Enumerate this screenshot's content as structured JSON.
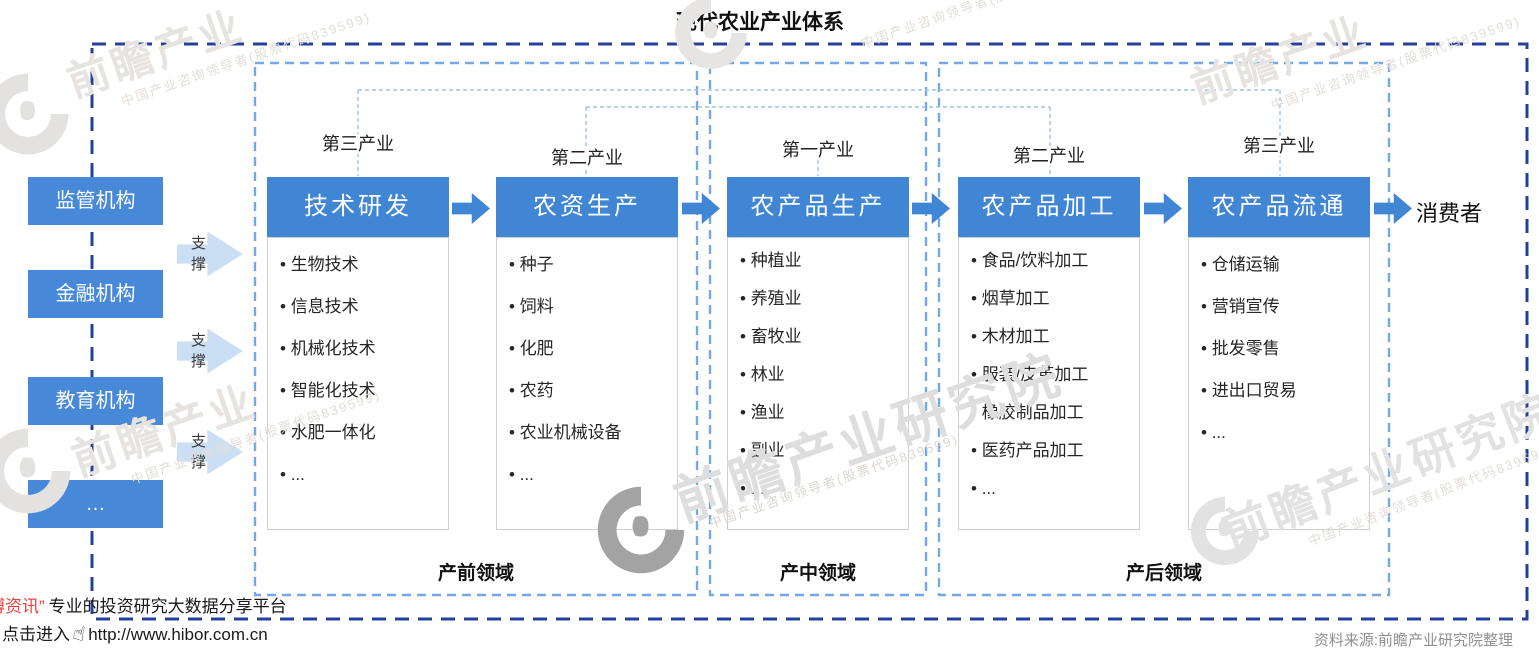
{
  "title": "现代农业产业体系",
  "support": {
    "boxes": [
      "监管机构",
      "金融机构",
      "教育机构",
      "…"
    ],
    "arrow_label": "支撑"
  },
  "columns": [
    {
      "sector": "第三产业",
      "title": "技术研发",
      "items": [
        "生物技术",
        "信息技术",
        "机械化技术",
        "智能化技术",
        "水肥一体化",
        "..."
      ]
    },
    {
      "sector": "第二产业",
      "title": "农资生产",
      "items": [
        "种子",
        "饲料",
        "化肥",
        "农药",
        "农业机械设备",
        "..."
      ]
    },
    {
      "sector": "第一产业",
      "title": "农产品生产",
      "items": [
        "种植业",
        "养殖业",
        "畜牧业",
        "林业",
        "渔业",
        "副业",
        "..."
      ]
    },
    {
      "sector": "第二产业",
      "title": "农产品加工",
      "items": [
        "食品/饮料加工",
        "烟草加工",
        "木材加工",
        "服装/皮革加工",
        "橡胶制品加工",
        "医药产品加工",
        "..."
      ]
    },
    {
      "sector": "第三产业",
      "title": "农产品流通",
      "items": [
        "仓储运输",
        "营销宣传",
        "批发零售",
        "进出口贸易",
        "..."
      ]
    }
  ],
  "consumer_label": "消费者",
  "regions": [
    "产前领域",
    "产中领域",
    "产后领域"
  ],
  "footer": {
    "red_text": "博资讯”",
    "tagline": "专业的投资研究大数据分享平台",
    "click_text": "点击进入",
    "url": "http://www.hibor.com.cn",
    "source": "资料来源:前瞻产业研究院整理"
  },
  "watermark": {
    "big": "前瞻产业研究院",
    "big_short": "前瞻产业",
    "small": "中国产业咨询领导者(股票代码839599)"
  },
  "colors": {
    "primary_blue": "#4186d5",
    "side_box_blue": "#4789d8",
    "support_arrow_blue": "#cbdff4",
    "outer_border_navy": "#24409b",
    "inner_border_blue": "#74a9e3",
    "connector_blue": "#9cc3eb",
    "footer_red": "#e8423c",
    "source_gray": "#909090"
  }
}
